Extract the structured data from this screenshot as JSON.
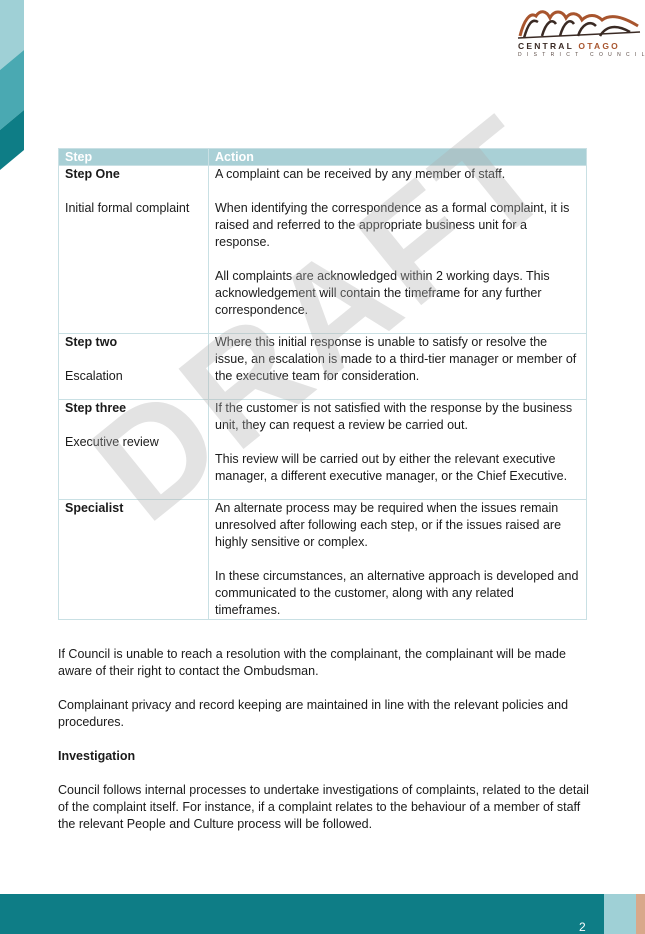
{
  "logo": {
    "name_part1": "CENTRAL",
    "name_part2": "OTAGO",
    "subtitle": "DISTRICT COUNCIL"
  },
  "watermark": "DRAFT",
  "table": {
    "headers": [
      "Step",
      "Action"
    ],
    "rows": [
      {
        "step": "Step One",
        "label": "Initial formal complaint",
        "actions": [
          "A complaint can be received by any member of staff.",
          "When identifying the correspondence as a formal complaint, it is raised and referred to the appropriate business unit for a response.",
          "All complaints are acknowledged within 2 working days. This acknowledgement will contain the timeframe for any further correspondence."
        ]
      },
      {
        "step": "Step two",
        "label": "Escalation",
        "actions": [
          "Where this initial response is unable to satisfy or resolve the issue, an escalation is made to a third-tier manager or member of the executive team for consideration."
        ]
      },
      {
        "step": "Step three",
        "label": "Executive review",
        "actions": [
          "If the customer is not satisfied with the response by the business unit, they can request a review be carried out.",
          "This review will be carried out by either the relevant executive manager, a different executive manager, or the Chief Executive."
        ]
      },
      {
        "step": "Specialist",
        "label": "",
        "actions": [
          "An alternate process may be required when the issues remain unresolved after following each step, or if the issues raised are highly sensitive or complex.",
          "In these circumstances, an alternative approach is developed and communicated to the customer, along with any related timeframes."
        ]
      }
    ]
  },
  "paragraphs": {
    "ombudsman": "If Council is unable to reach a resolution with the complainant, the complainant will be made aware of their right to contact the Ombudsman.",
    "privacy": "Complainant privacy and record keeping are maintained in line with the relevant policies and procedures.",
    "investigation_heading": "Investigation",
    "investigation": "Council follows internal processes to undertake investigations of complaints, related to the detail of the complaint itself. For instance, if a complaint relates to the behaviour of a member of staff the relevant People and Culture process will be followed."
  },
  "footer": {
    "page_number": "2"
  },
  "colors": {
    "teal": "#0e7d86",
    "light_teal": "#9fd0d6",
    "header_fill": "#a9d0d6",
    "logo_brown": "#3a2a24",
    "logo_orange": "#a8552e"
  }
}
